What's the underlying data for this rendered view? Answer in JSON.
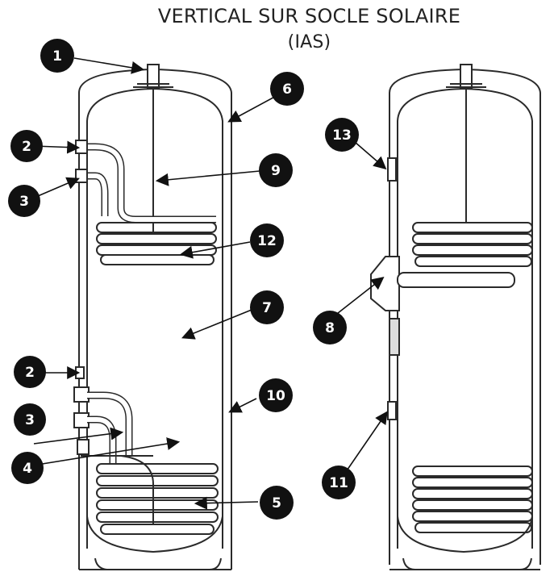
{
  "title_line1": "VERTICAL SUR SOCLE SOLAIRE",
  "title_line2": "(IAS)",
  "callouts": [
    "1",
    "2",
    "3",
    "2",
    "3",
    "4",
    "5",
    "6",
    "7",
    "8",
    "9",
    "10",
    "11",
    "12",
    "13"
  ],
  "colors": {
    "stroke": "#2a2a2a",
    "marker": "#111111",
    "background": "#ffffff"
  }
}
